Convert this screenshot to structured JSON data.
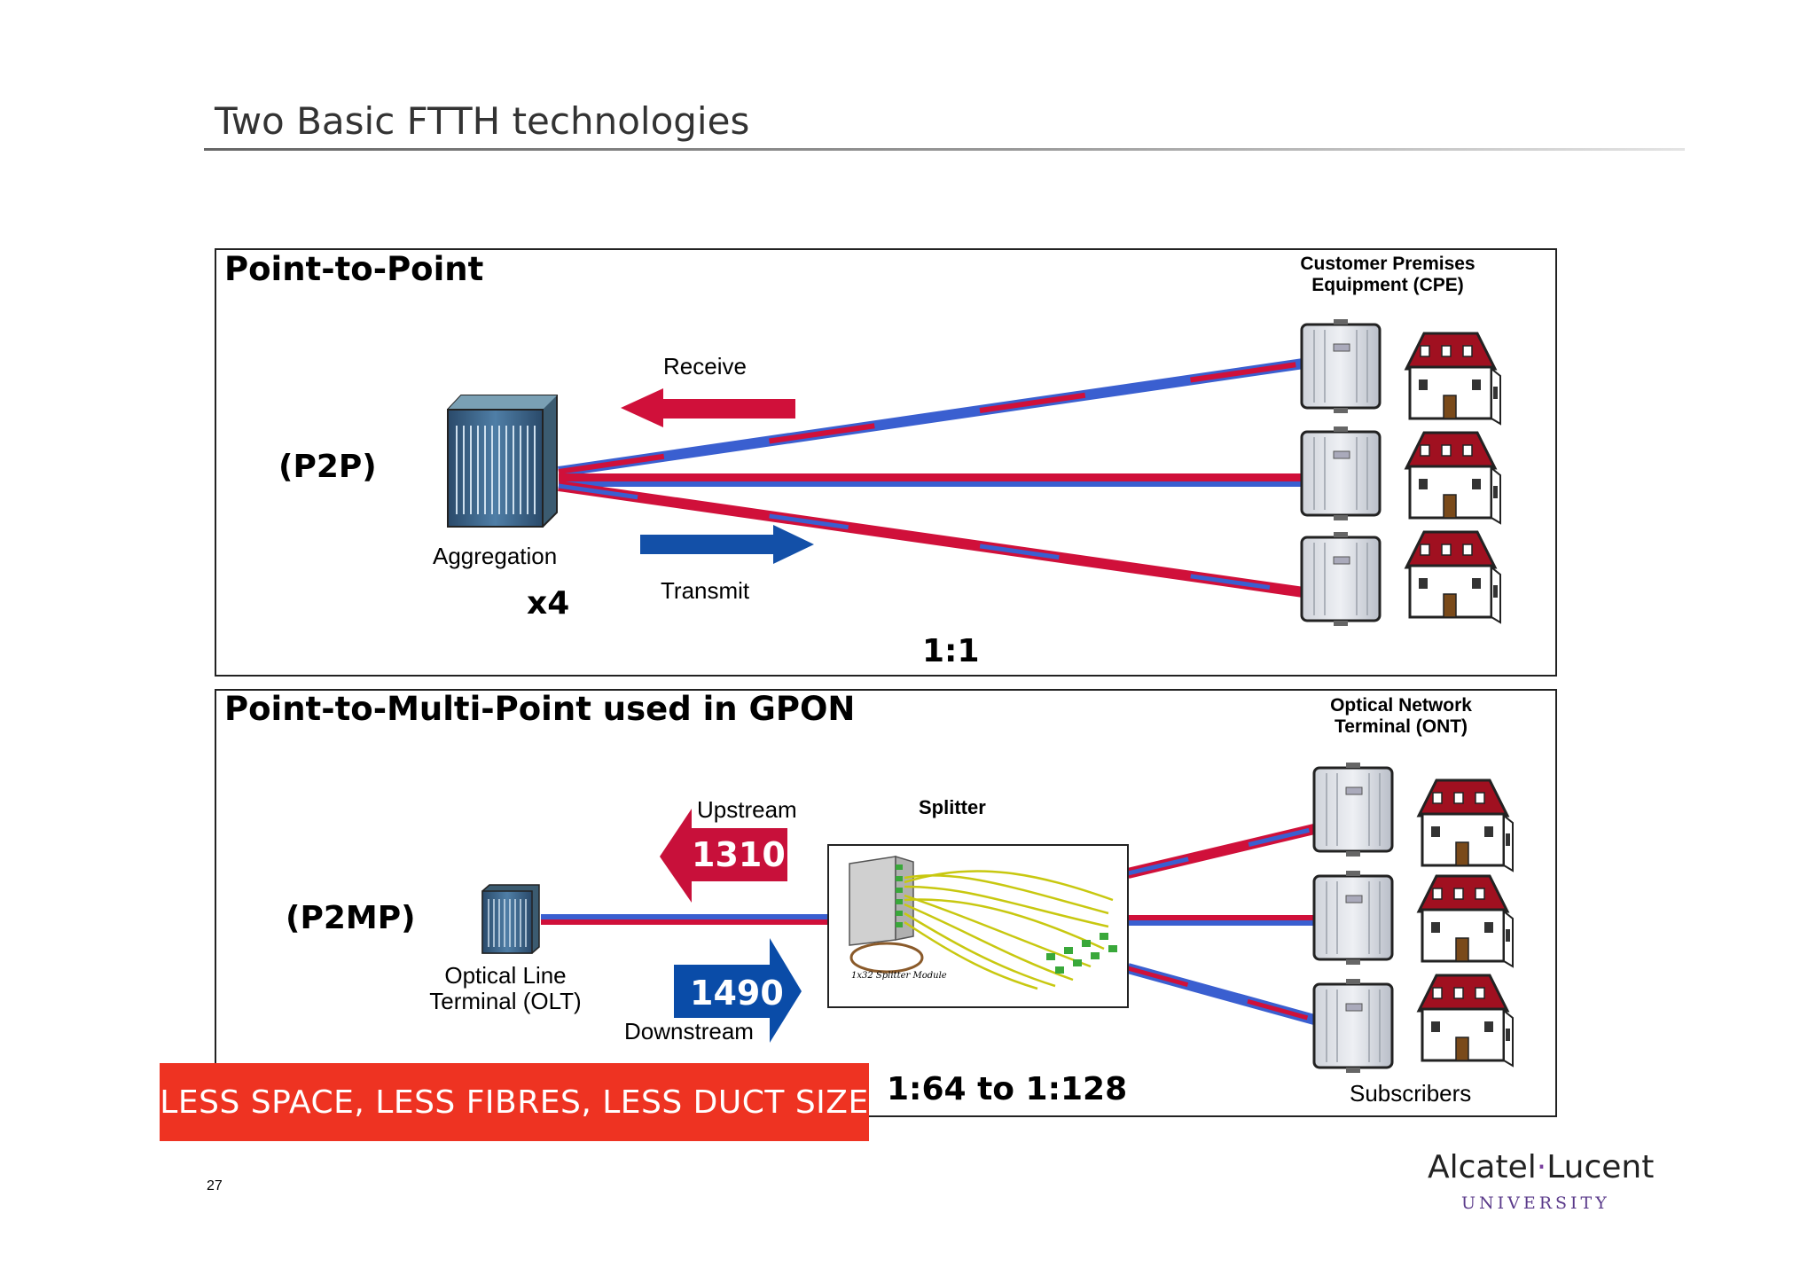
{
  "slide": {
    "title": "Two Basic FTTH technologies",
    "page_number": "27"
  },
  "p2p": {
    "panel_title": "Point-to-Point",
    "mode_label": "(P2P)",
    "node_label": "Aggregation",
    "multiplier": "x4",
    "receive_label": "Receive",
    "transmit_label": "Transmit",
    "cpe_label_line1": "Customer Premises",
    "cpe_label_line2": "Equipment (CPE)",
    "ratio": "1:1"
  },
  "p2mp": {
    "panel_title": "Point-to-Multi-Point used in GPON",
    "mode_label": "(P2MP)",
    "olt_label_line1": "Optical Line",
    "olt_label_line2": "Terminal (OLT)",
    "upstream_label": "Upstream",
    "upstream_wavelength": "1310",
    "downstream_label": "Downstream",
    "downstream_wavelength": "1490",
    "splitter_label": "Splitter",
    "splitter_caption": "1x32 Splitter Module",
    "ont_label_line1": "Optical Network",
    "ont_label_line2": "Terminal (ONT)",
    "subscribers_label": "Subscribers",
    "ratio": "1:64 to 1:128"
  },
  "banner": {
    "text": "LESS SPACE, LESS FIBRES, LESS DUCT SIZE"
  },
  "logo": {
    "brand_left": "Alcatel",
    "brand_dot": "·",
    "brand_right": "Lucent",
    "subtitle": "UNIVERSITY"
  },
  "colors": {
    "receive_arrow": "#d0103a",
    "transmit_arrow": "#1350a8",
    "fiber_red": "#d0103a",
    "fiber_blue": "#3a5fd0",
    "banner": "#ee3322",
    "roof": "#a01020"
  }
}
